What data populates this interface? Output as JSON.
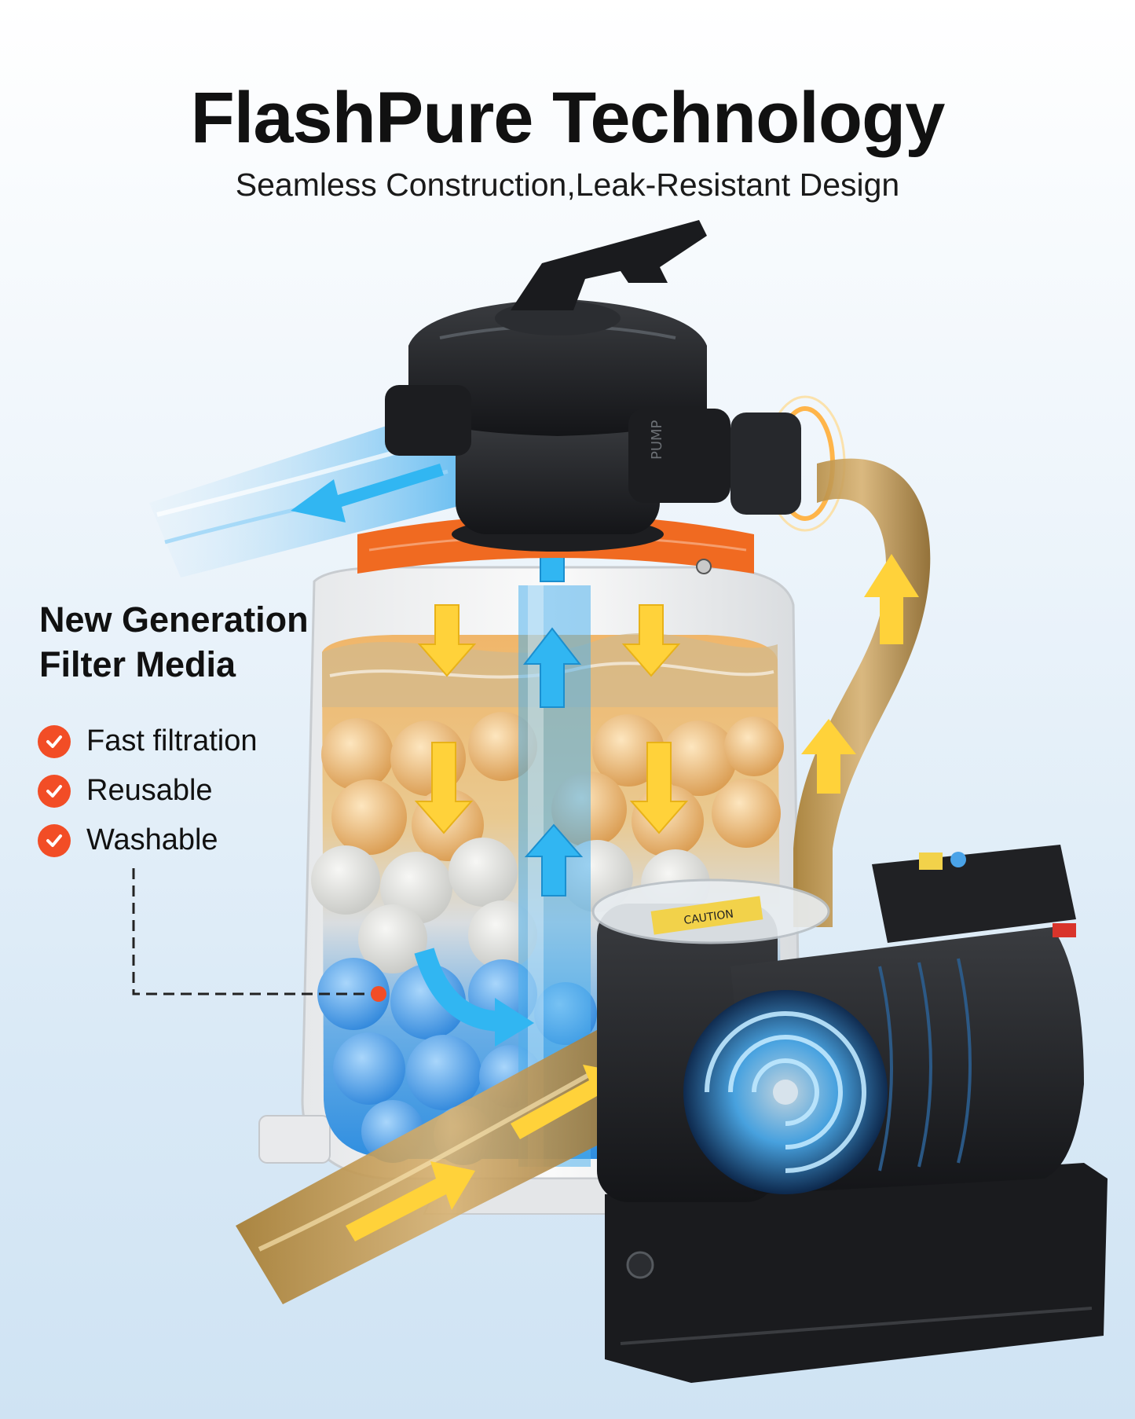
{
  "header": {
    "title": "FlashPure Technology",
    "subtitle": "Seamless Construction,Leak-Resistant Design"
  },
  "filter_media": {
    "heading_line1": "New Generation",
    "heading_line2": "Filter Media",
    "features": [
      "Fast filtration",
      "Reusable",
      "Washable"
    ]
  },
  "labels": {
    "valve_text": "PUMP",
    "lid_caution": "CAUTION"
  },
  "colors": {
    "accent_orange": "#f24d26",
    "clean_water": "#2aa6ee",
    "dirty_water": "#c9a15a",
    "flow_arrow_yellow": "#ffd23a",
    "pump_body": "#1c1d20"
  },
  "icons": [
    "check-icon",
    "down-arrow-icon",
    "up-arrow-icon",
    "flow-arrow-icon"
  ]
}
